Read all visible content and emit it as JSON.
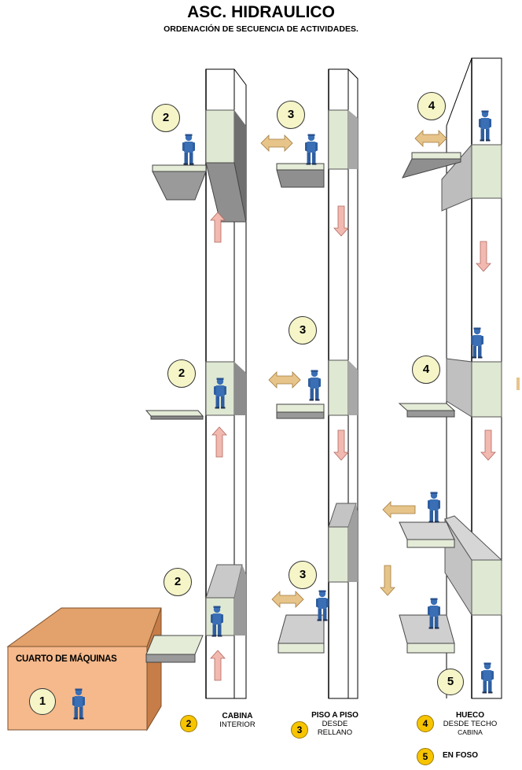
{
  "header": {
    "title": "ASC. HIDRAULICO",
    "subtitle": "ORDENACIÓN  DE SECUENCIA DE ACTIVIDADES."
  },
  "machine_room": {
    "label": "CUARTO DE MÁQUINAS",
    "step": "1"
  },
  "steps": {
    "cabina": "2",
    "piso": "3",
    "hueco": "4"
  },
  "legend": {
    "item2": {
      "number": "2",
      "line1": "CABINA",
      "line2": "INTERIOR"
    },
    "item3": {
      "number": "3",
      "line1": "PISO A PISO",
      "line2": "DESDE",
      "line3": "RELLANO"
    },
    "item4": {
      "number": "4",
      "line1": "HUECO",
      "line2": "DESDE TECHO",
      "line3": "CABINA"
    },
    "item5": {
      "number": "5",
      "line1": "EN FOSO"
    }
  },
  "pit_step": "5",
  "colors": {
    "badge_light": "#f5f5c8",
    "badge_gold": "#f7c400",
    "person": "#3a6fb5",
    "cabin": "#dfe8d2",
    "machine_room": "#f5b98c",
    "arrow_tan": "#e6c48a",
    "arrow_pink": "#f2b9b0"
  }
}
